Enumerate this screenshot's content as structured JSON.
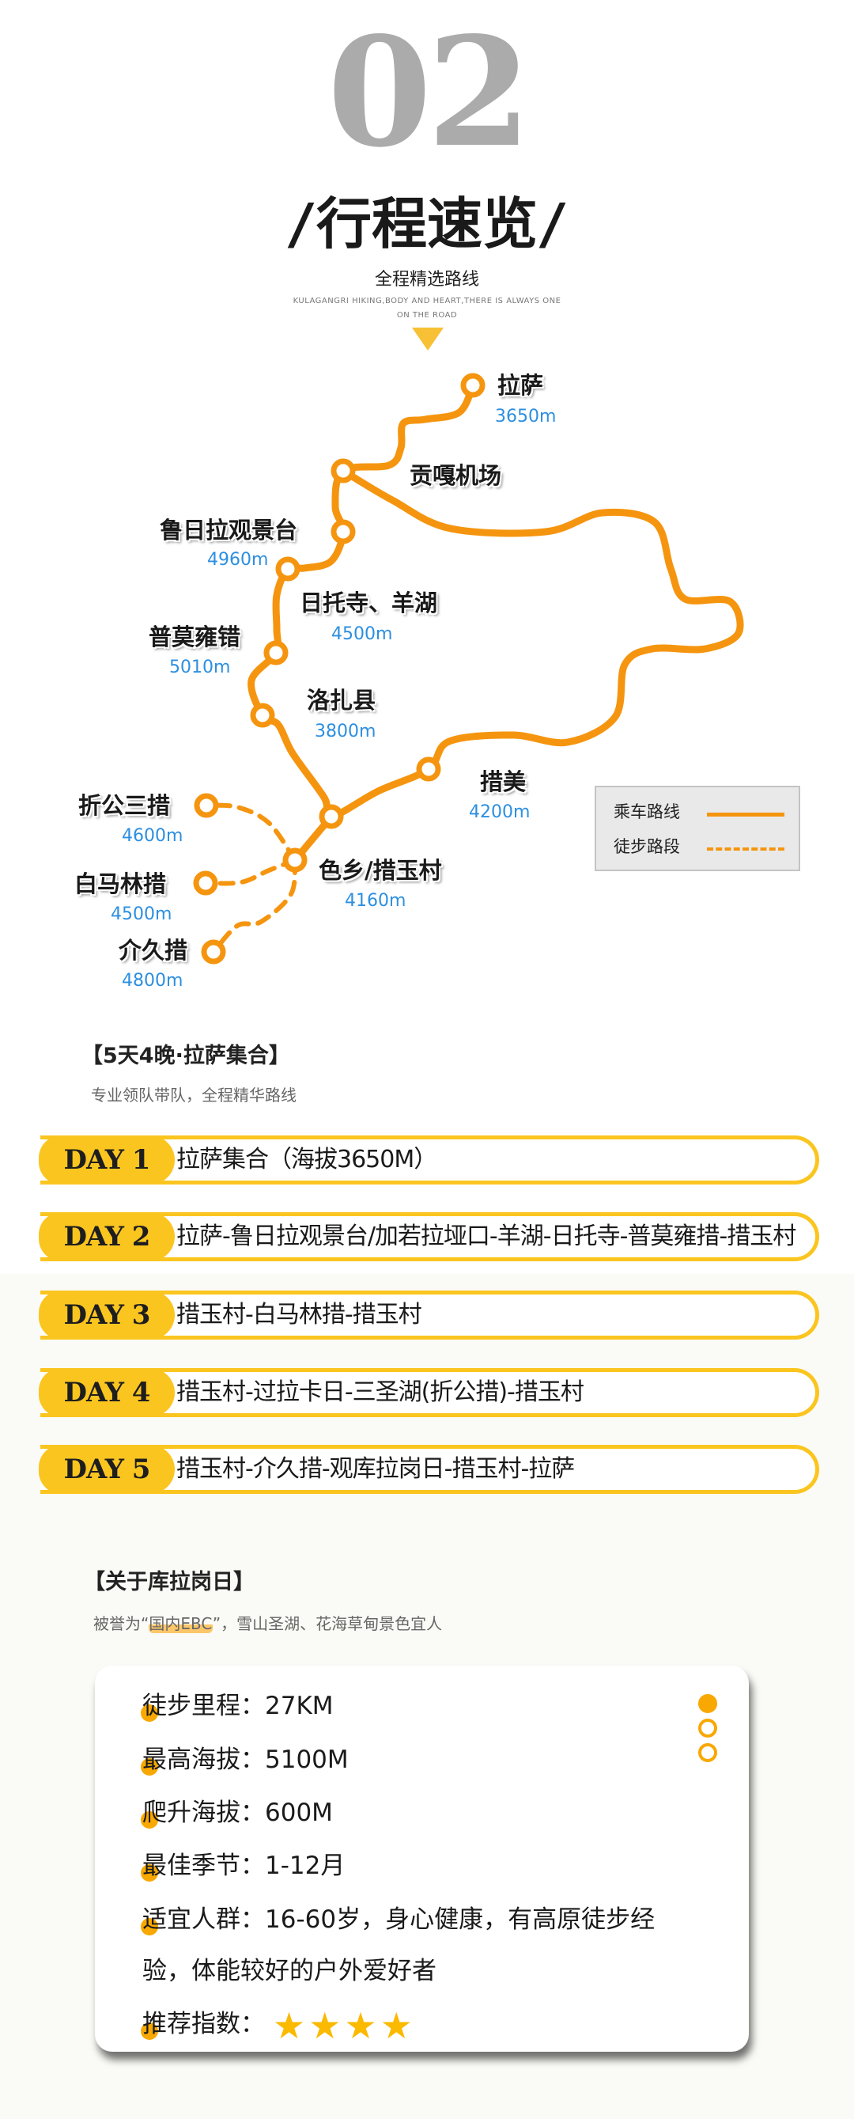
{
  "header": {
    "number": "02",
    "title": "行程速览",
    "slash": "/",
    "subtitle": "全程精选路线",
    "english_line1": "KULAGANGRI HIKING,BODY AND HEART,THERE IS ALWAYS ONE",
    "english_line2": "ON THE ROAD"
  },
  "map": {
    "stops": [
      {
        "name": "拉萨",
        "elevation": "3650m"
      },
      {
        "name": "贡嘎机场"
      },
      {
        "name": "鲁日拉观景台",
        "elevation": "4960m"
      },
      {
        "name": "日托寺、羊湖",
        "elevation": "4500m"
      },
      {
        "name": "普莫雍错",
        "elevation": "5010m"
      },
      {
        "name": "洛扎县",
        "elevation": "3800m"
      },
      {
        "name": "措美",
        "elevation": "4200m"
      },
      {
        "name": "色乡/措玉村",
        "elevation": "4160m"
      },
      {
        "name": "折公三措",
        "elevation": "4600m"
      },
      {
        "name": "白马林措",
        "elevation": "4500m"
      },
      {
        "name": "介久措",
        "elevation": "4800m"
      }
    ],
    "legend": {
      "drive": "乘车路线",
      "hike": "徒步路段"
    },
    "colors": {
      "route": "#f5950f",
      "elevation": "#2d8fe0"
    }
  },
  "itinerary": {
    "heading": "【5天4晚·拉萨集合】",
    "subheading": "专业领队带队，全程精华路线",
    "days": [
      {
        "day": "DAY 1",
        "text": "拉萨集合（海拔3650M）"
      },
      {
        "day": "DAY 2",
        "text": "拉萨-鲁日拉观景台/加若拉垭口-羊湖-日托寺-普莫雍措-措玉村"
      },
      {
        "day": "DAY 3",
        "text": "措玉村-白马林措-措玉村"
      },
      {
        "day": "DAY 4",
        "text": "措玉村-过拉卡日-三圣湖(折公措)-措玉村"
      },
      {
        "day": "DAY 5",
        "text": "措玉村-介久措-观库拉岗日-措玉村-拉萨"
      }
    ],
    "accent": "#fbc520"
  },
  "about": {
    "heading": "【关于库拉岗日】",
    "sub_before": "被誉为“",
    "sub_highlight": "国内EBC",
    "sub_after": "”，雪山圣湖、花海草甸景色宜人",
    "items": [
      {
        "label": "徒步里程：",
        "value": "27KM"
      },
      {
        "label": "最高海拔：",
        "value": "5100M"
      },
      {
        "label": "爬升海拔：",
        "value": "600M"
      },
      {
        "label": "最佳季节：",
        "value": "1-12月"
      },
      {
        "label": "适宜人群：",
        "value": "16-60岁，身心健康，有高原徒步经",
        "value2": "验，体能较好的户外爱好者"
      },
      {
        "label": "推荐指数：",
        "rating": 4
      }
    ],
    "carousel": {
      "total": 3,
      "active": 1
    }
  }
}
